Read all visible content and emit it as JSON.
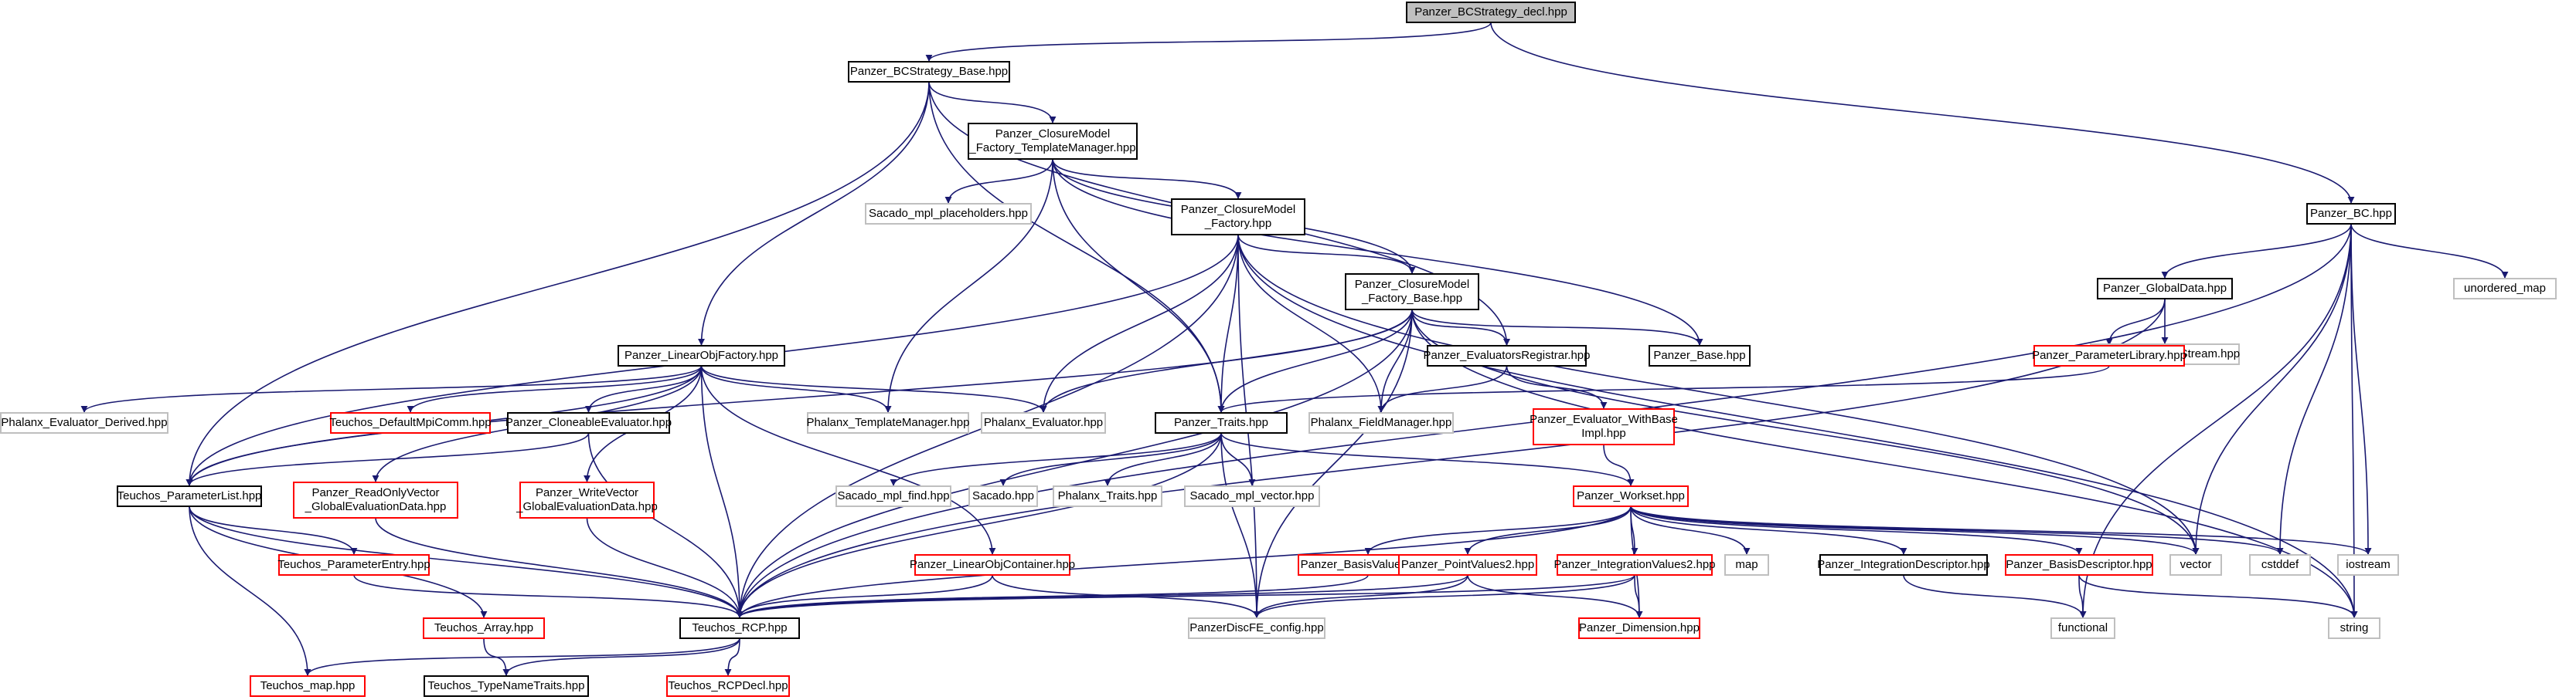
{
  "colors": {
    "edge": "#191970",
    "documented_border": "#000000",
    "undocumented_border": "#bfbfbf",
    "link_border": "#ff0000",
    "root_fill": "#bfbfbf",
    "node_fill": "#ffffff",
    "text": "#000000"
  },
  "nodes": [
    {
      "id": "n0",
      "label": [
        "Panzer_BCStrategy_decl.hpp"
      ],
      "kind": "root"
    },
    {
      "id": "n1",
      "label": [
        "Panzer_BCStrategy_Base.hpp"
      ],
      "kind": "doc"
    },
    {
      "id": "n2",
      "label": [
        "Panzer_BC.hpp"
      ],
      "kind": "doc"
    },
    {
      "id": "n3",
      "label": [
        "Panzer_ClosureModel",
        "_Factory_TemplateManager.hpp"
      ],
      "kind": "doc"
    },
    {
      "id": "n4",
      "label": [
        "Panzer_ClosureModel",
        "_Factory.hpp"
      ],
      "kind": "doc"
    },
    {
      "id": "n5",
      "label": [
        "Sacado_mpl_placeholders.hpp"
      ],
      "kind": "undoc"
    },
    {
      "id": "n6",
      "label": [
        "Panzer_ClosureModel",
        "_Factory_Base.hpp"
      ],
      "kind": "doc"
    },
    {
      "id": "n7",
      "label": [
        "Panzer_GlobalData.hpp"
      ],
      "kind": "doc"
    },
    {
      "id": "n8",
      "label": [
        "unordered_map"
      ],
      "kind": "undoc"
    },
    {
      "id": "n9",
      "label": [
        "Teuchos_FancyOStream.hpp"
      ],
      "kind": "undoc"
    },
    {
      "id": "n10",
      "label": [
        "Panzer_LinearObjFactory.hpp"
      ],
      "kind": "doc"
    },
    {
      "id": "n11",
      "label": [
        "Panzer_EvaluatorsRegistrar.hpp"
      ],
      "kind": "doc"
    },
    {
      "id": "n12",
      "label": [
        "Panzer_Base.hpp"
      ],
      "kind": "doc"
    },
    {
      "id": "n13",
      "label": [
        "Panzer_ParameterLibrary.hpp"
      ],
      "kind": "link"
    },
    {
      "id": "n14",
      "label": [
        "Phalanx_Evaluator_Derived.hpp"
      ],
      "kind": "undoc"
    },
    {
      "id": "n15",
      "label": [
        "Teuchos_DefaultMpiComm.hpp"
      ],
      "kind": "link"
    },
    {
      "id": "n16",
      "label": [
        "Panzer_CloneableEvaluator.hpp"
      ],
      "kind": "doc"
    },
    {
      "id": "n17",
      "label": [
        "Phalanx_TemplateManager.hpp"
      ],
      "kind": "undoc"
    },
    {
      "id": "n18",
      "label": [
        "Phalanx_Evaluator.hpp"
      ],
      "kind": "undoc"
    },
    {
      "id": "n19",
      "label": [
        "Panzer_Traits.hpp"
      ],
      "kind": "doc"
    },
    {
      "id": "n20",
      "label": [
        "Phalanx_FieldManager.hpp"
      ],
      "kind": "undoc"
    },
    {
      "id": "n21",
      "label": [
        "Panzer_Evaluator_WithBase",
        "Impl.hpp"
      ],
      "kind": "link"
    },
    {
      "id": "n22",
      "label": [
        "Teuchos_ParameterList.hpp"
      ],
      "kind": "doc"
    },
    {
      "id": "n23",
      "label": [
        "Panzer_ReadOnlyVector",
        "_GlobalEvaluationData.hpp"
      ],
      "kind": "link"
    },
    {
      "id": "n24",
      "label": [
        "Panzer_WriteVector",
        "_GlobalEvaluationData.hpp"
      ],
      "kind": "link"
    },
    {
      "id": "n25",
      "label": [
        "Sacado_mpl_find.hpp"
      ],
      "kind": "undoc"
    },
    {
      "id": "n26",
      "label": [
        "Sacado.hpp"
      ],
      "kind": "undoc"
    },
    {
      "id": "n27",
      "label": [
        "Phalanx_Traits.hpp"
      ],
      "kind": "undoc"
    },
    {
      "id": "n28",
      "label": [
        "Sacado_mpl_vector.hpp"
      ],
      "kind": "undoc"
    },
    {
      "id": "n29",
      "label": [
        "Panzer_Workset.hpp"
      ],
      "kind": "link"
    },
    {
      "id": "n30",
      "label": [
        "Teuchos_ParameterEntry.hpp"
      ],
      "kind": "link"
    },
    {
      "id": "n31",
      "label": [
        "Panzer_LinearObjContainer.hpp"
      ],
      "kind": "link"
    },
    {
      "id": "n32",
      "label": [
        "Panzer_BasisValues2.hpp"
      ],
      "kind": "link"
    },
    {
      "id": "n33",
      "label": [
        "Panzer_PointValues2.hpp"
      ],
      "kind": "link"
    },
    {
      "id": "n34",
      "label": [
        "Panzer_IntegrationValues2.hpp"
      ],
      "kind": "link"
    },
    {
      "id": "n35",
      "label": [
        "map"
      ],
      "kind": "undoc"
    },
    {
      "id": "n36",
      "label": [
        "Panzer_IntegrationDescriptor.hpp"
      ],
      "kind": "doc"
    },
    {
      "id": "n37",
      "label": [
        "Panzer_BasisDescriptor.hpp"
      ],
      "kind": "link"
    },
    {
      "id": "n38",
      "label": [
        "vector"
      ],
      "kind": "undoc"
    },
    {
      "id": "n39",
      "label": [
        "cstddef"
      ],
      "kind": "undoc"
    },
    {
      "id": "n40",
      "label": [
        "iostream"
      ],
      "kind": "undoc"
    },
    {
      "id": "n41",
      "label": [
        "Teuchos_Array.hpp"
      ],
      "kind": "link"
    },
    {
      "id": "n42",
      "label": [
        "Teuchos_RCP.hpp"
      ],
      "kind": "doc"
    },
    {
      "id": "n43",
      "label": [
        "PanzerDiscFE_config.hpp"
      ],
      "kind": "undoc"
    },
    {
      "id": "n44",
      "label": [
        "Panzer_Dimension.hpp"
      ],
      "kind": "link"
    },
    {
      "id": "n45",
      "label": [
        "functional"
      ],
      "kind": "undoc"
    },
    {
      "id": "n46",
      "label": [
        "string"
      ],
      "kind": "undoc"
    },
    {
      "id": "n47",
      "label": [
        "Teuchos_map.hpp"
      ],
      "kind": "link"
    },
    {
      "id": "n48",
      "label": [
        "Teuchos_TypeNameTraits.hpp"
      ],
      "kind": "doc"
    },
    {
      "id": "n49",
      "label": [
        "Teuchos_RCPDecl.hpp"
      ],
      "kind": "link"
    }
  ],
  "edges": [
    [
      "n0",
      "n1"
    ],
    [
      "n0",
      "n2"
    ],
    [
      "n1",
      "n3"
    ],
    [
      "n1",
      "n10"
    ],
    [
      "n1",
      "n22"
    ],
    [
      "n1",
      "n19"
    ],
    [
      "n1",
      "n11"
    ],
    [
      "n3",
      "n4"
    ],
    [
      "n3",
      "n5"
    ],
    [
      "n3",
      "n6"
    ],
    [
      "n3",
      "n17"
    ],
    [
      "n3",
      "n19"
    ],
    [
      "n3",
      "n12"
    ],
    [
      "n4",
      "n6"
    ],
    [
      "n4",
      "n22"
    ],
    [
      "n4",
      "n19"
    ],
    [
      "n4",
      "n18"
    ],
    [
      "n4",
      "n20"
    ],
    [
      "n4",
      "n42"
    ],
    [
      "n4",
      "n43"
    ],
    [
      "n4",
      "n38"
    ],
    [
      "n4",
      "n46"
    ],
    [
      "n6",
      "n11"
    ],
    [
      "n6",
      "n12"
    ],
    [
      "n6",
      "n19"
    ],
    [
      "n6",
      "n18"
    ],
    [
      "n6",
      "n20"
    ],
    [
      "n6",
      "n22"
    ],
    [
      "n6",
      "n42"
    ],
    [
      "n6",
      "n43"
    ],
    [
      "n6",
      "n38"
    ],
    [
      "n6",
      "n46"
    ],
    [
      "n2",
      "n7"
    ],
    [
      "n2",
      "n8"
    ],
    [
      "n2",
      "n38"
    ],
    [
      "n2",
      "n39"
    ],
    [
      "n2",
      "n40"
    ],
    [
      "n2",
      "n45"
    ],
    [
      "n2",
      "n46"
    ],
    [
      "n2",
      "n42"
    ],
    [
      "n7",
      "n9"
    ],
    [
      "n7",
      "n13"
    ],
    [
      "n7",
      "n42"
    ],
    [
      "n13",
      "n19"
    ],
    [
      "n10",
      "n14"
    ],
    [
      "n10",
      "n15"
    ],
    [
      "n10",
      "n16"
    ],
    [
      "n10",
      "n17"
    ],
    [
      "n10",
      "n18"
    ],
    [
      "n10",
      "n23"
    ],
    [
      "n10",
      "n24"
    ],
    [
      "n10",
      "n31"
    ],
    [
      "n10",
      "n22"
    ],
    [
      "n10",
      "n42"
    ],
    [
      "n11",
      "n20"
    ],
    [
      "n11",
      "n21"
    ],
    [
      "n21",
      "n29"
    ],
    [
      "n16",
      "n22"
    ],
    [
      "n16",
      "n42"
    ],
    [
      "n19",
      "n25"
    ],
    [
      "n19",
      "n26"
    ],
    [
      "n19",
      "n27"
    ],
    [
      "n19",
      "n28"
    ],
    [
      "n19",
      "n29"
    ],
    [
      "n19",
      "n42"
    ],
    [
      "n19",
      "n43"
    ],
    [
      "n22",
      "n30"
    ],
    [
      "n22",
      "n41"
    ],
    [
      "n22",
      "n42"
    ],
    [
      "n22",
      "n47"
    ],
    [
      "n23",
      "n42"
    ],
    [
      "n24",
      "n42"
    ],
    [
      "n29",
      "n32"
    ],
    [
      "n29",
      "n33"
    ],
    [
      "n29",
      "n34"
    ],
    [
      "n29",
      "n35"
    ],
    [
      "n29",
      "n36"
    ],
    [
      "n29",
      "n37"
    ],
    [
      "n29",
      "n38"
    ],
    [
      "n29",
      "n39"
    ],
    [
      "n29",
      "n40"
    ],
    [
      "n29",
      "n44"
    ],
    [
      "n29",
      "n42"
    ],
    [
      "n30",
      "n42"
    ],
    [
      "n31",
      "n42"
    ],
    [
      "n31",
      "n43"
    ],
    [
      "n32",
      "n42"
    ],
    [
      "n33",
      "n42"
    ],
    [
      "n33",
      "n43"
    ],
    [
      "n33",
      "n44"
    ],
    [
      "n34",
      "n42"
    ],
    [
      "n34",
      "n43"
    ],
    [
      "n34",
      "n44"
    ],
    [
      "n36",
      "n45"
    ],
    [
      "n37",
      "n45"
    ],
    [
      "n37",
      "n46"
    ],
    [
      "n41",
      "n48"
    ],
    [
      "n42",
      "n47"
    ],
    [
      "n42",
      "n48"
    ],
    [
      "n42",
      "n49"
    ]
  ]
}
